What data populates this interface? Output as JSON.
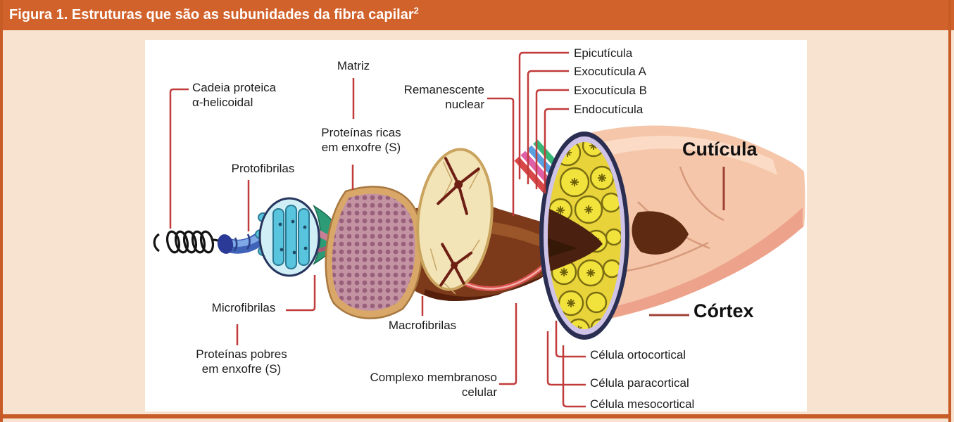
{
  "header": {
    "title": "Figura 1. Estruturas que são as subunidades da fibra capilar",
    "reference_superscript": "2"
  },
  "colors": {
    "header_bg": "#D2622B",
    "frame_border": "#C75C27",
    "panel_bg": "#F8E3D1",
    "diagram_bg": "#FFFFFF",
    "leader_line": "#C13B3B",
    "label_text": "#1C1C1C"
  },
  "diagram": {
    "labels": {
      "cadeia_proteica_1": "Cadeia proteica",
      "cadeia_proteica_2": "α-helicoidal",
      "matriz": "Matriz",
      "protofibrilas": "Protofibrilas",
      "proteinas_ricas_1": "Proteínas ricas",
      "proteinas_ricas_2": "em enxofre (S)",
      "remanescente_1": "Remanescente",
      "remanescente_2": "nuclear",
      "epicuticula": "Epicutícula",
      "exocuticula_a": "Exocutícula A",
      "exocuticula_b": "Exocutícula B",
      "endocuticula": "Endocutícula",
      "cuticula": "Cutícula",
      "cortex": "Córtex",
      "microfibrilas": "Microfibrilas",
      "proteinas_pobres_1": "Proteínas pobres",
      "proteinas_pobres_2": "em enxofre (S)",
      "macrofibrilas": "Macrofibrilas",
      "complexo_1": "Complexo membranoso",
      "complexo_2": "celular",
      "celula_ortocortical": "Célula ortocortical",
      "celula_paracortical": "Célula paracortical",
      "celula_mesocortical": "Célula mesocortical"
    }
  }
}
